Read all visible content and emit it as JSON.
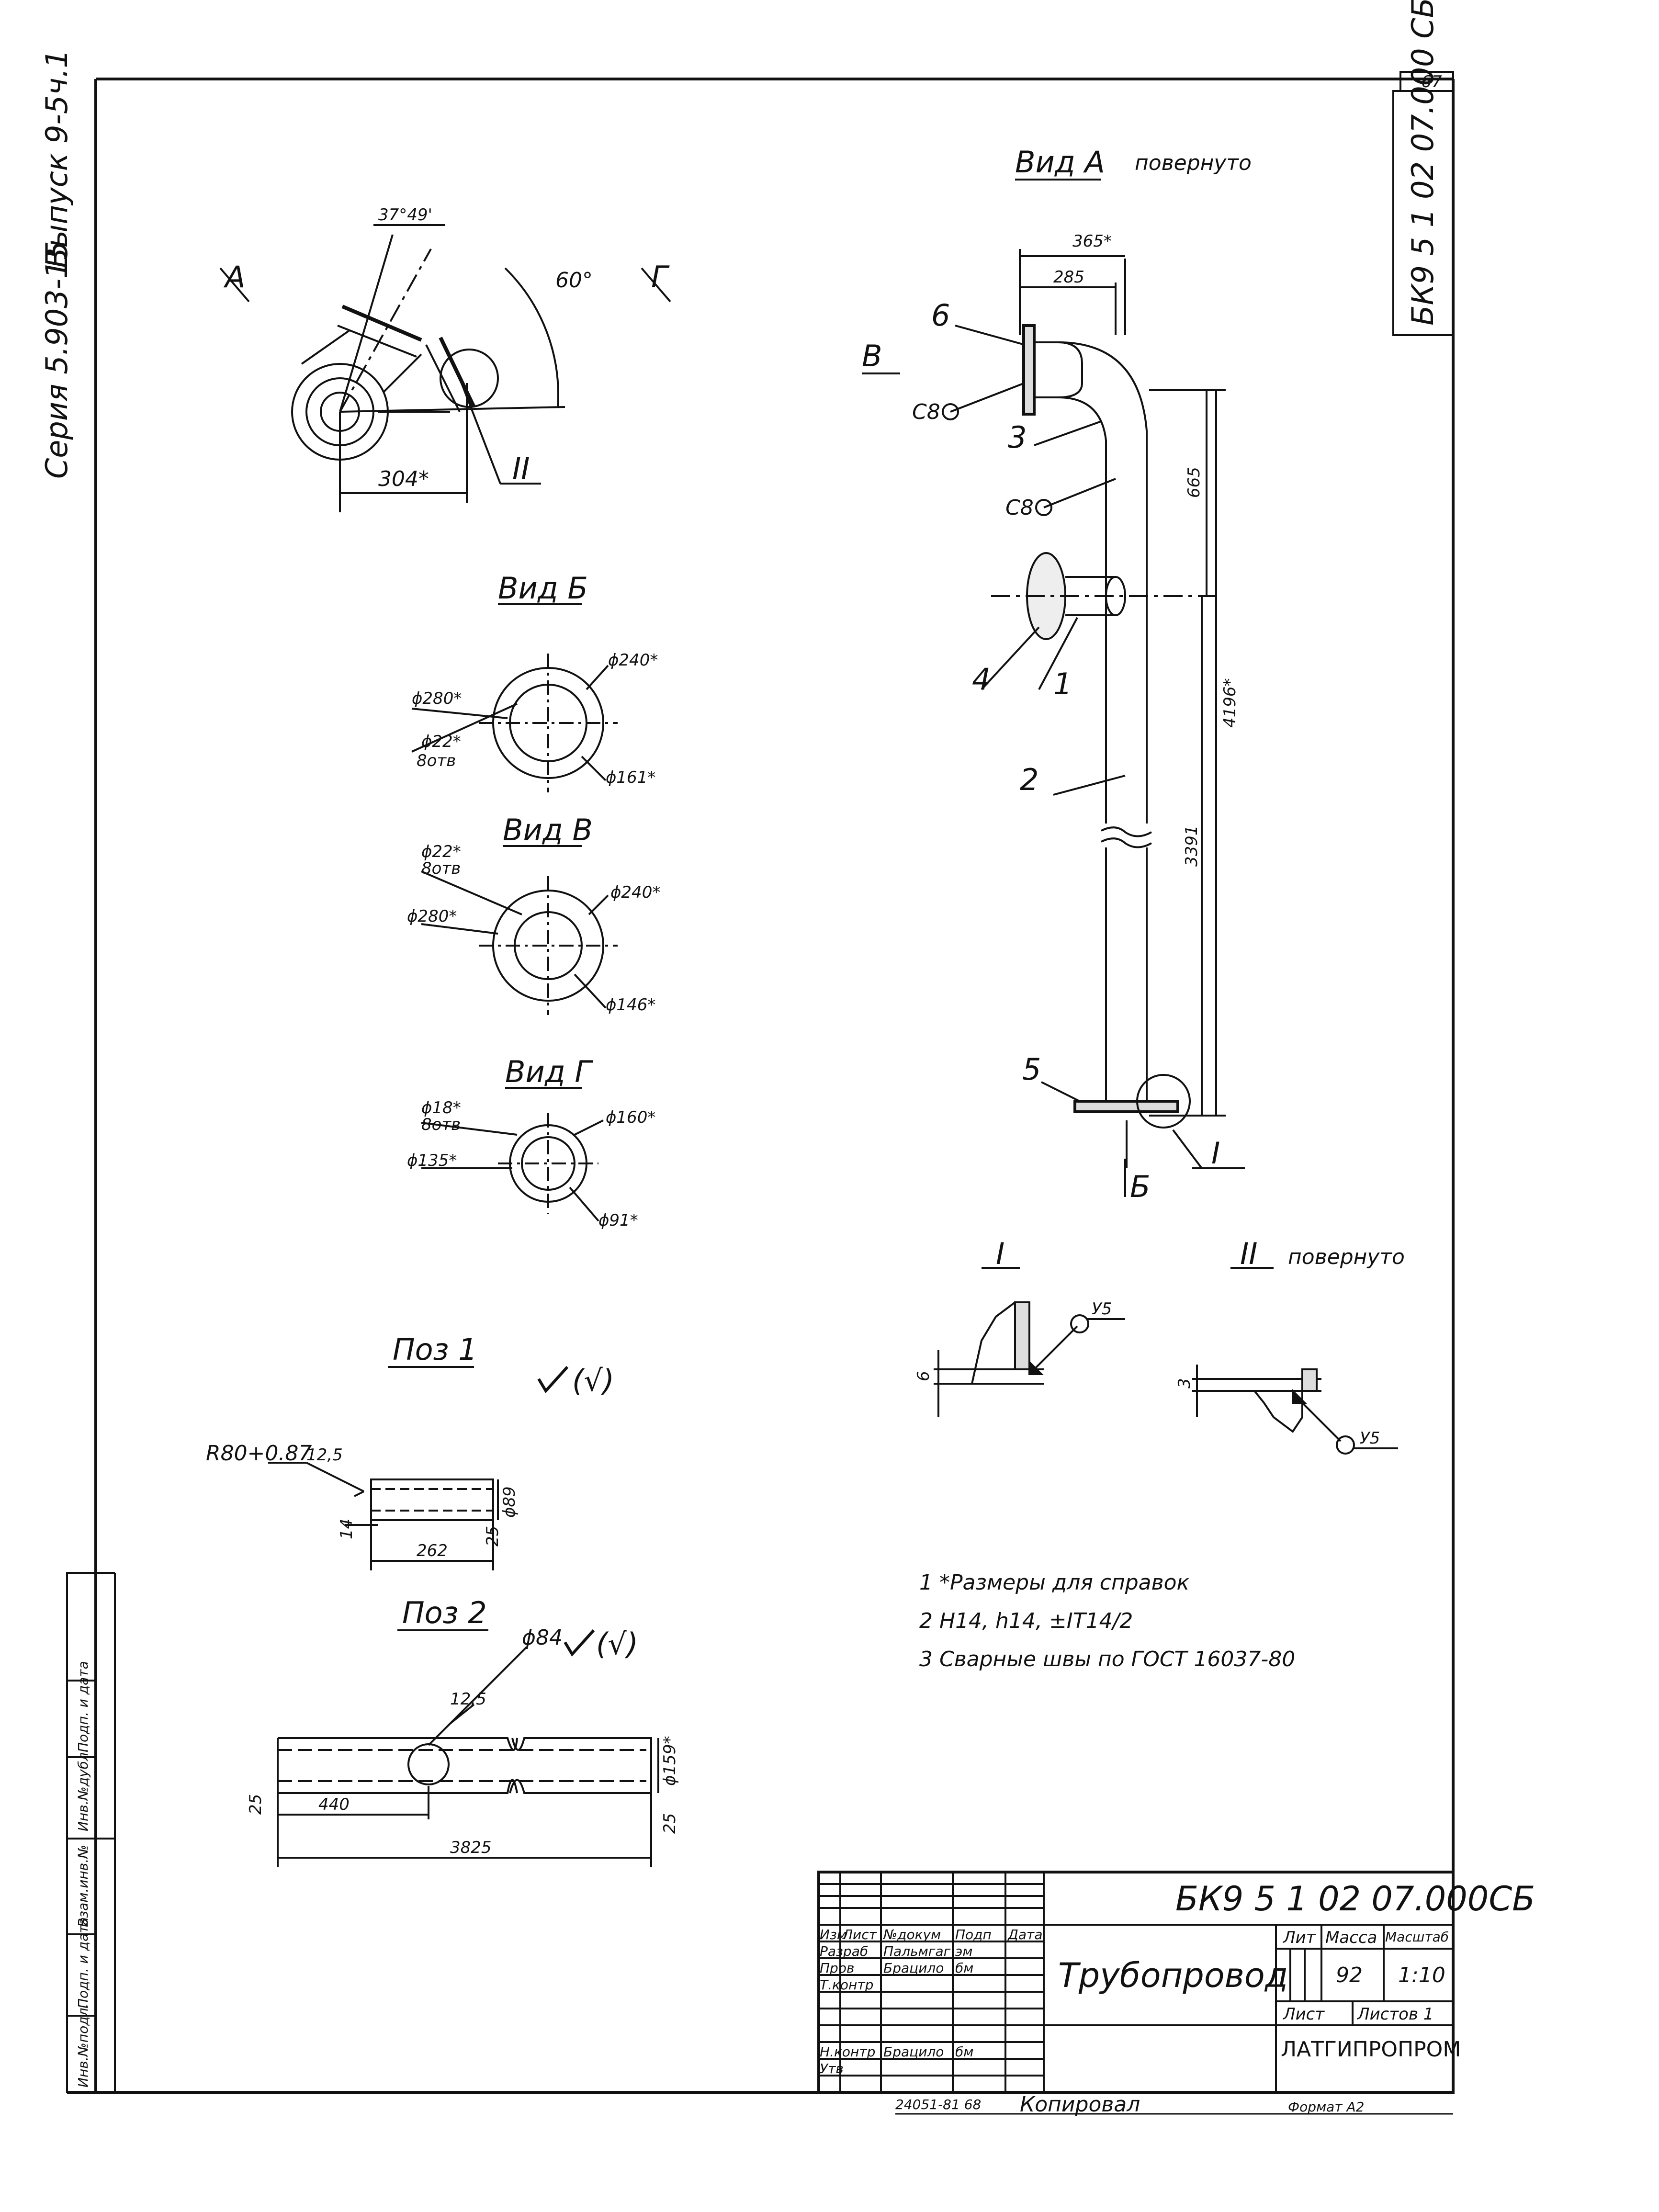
{
  "margin": {
    "series": "Серия 5.903-15",
    "issue": "Выпуск 9-5ч.1",
    "stamp_cells": [
      "Инв.№подл.",
      "Подп. и дата",
      "Взам.инв.№",
      "Инв.№дубл.",
      "Подп. и дата"
    ]
  },
  "sheet_no": "67",
  "doc_code_vertical": "БК9 5 1 02 07.000 СБ",
  "view_main": {
    "title": "Вид А",
    "rotated": "повернуто",
    "dim_365": "365*",
    "dim_285": "285",
    "dim_665": "665",
    "dim_4196": "4196*",
    "dim_3391": "3391",
    "arrow_b": "В",
    "arrow_b2": "Б",
    "weld_c8a": "С8",
    "weld_c8b": "С8",
    "pos": [
      "1",
      "2",
      "3",
      "4",
      "5",
      "6"
    ],
    "detail_1": "I"
  },
  "view_top": {
    "arrow_a": "А",
    "arrow_g": "Г",
    "angle_1": "37°49'",
    "angle_2": "60°",
    "dim_304": "304*",
    "detail_2": "II"
  },
  "view_b": {
    "title": "Вид Б",
    "d280": "ϕ280*",
    "d240": "ϕ240*",
    "d22": "ϕ22*",
    "holes": "8отв",
    "d161": "ϕ161*"
  },
  "view_v": {
    "title": "Вид В",
    "d22": "ϕ22*",
    "holes": "8отв",
    "d240": "ϕ240*",
    "d280": "ϕ280*",
    "d146": "ϕ146*"
  },
  "view_g": {
    "title": "Вид Г",
    "d18": "ϕ18*",
    "holes": "8отв",
    "d160": "ϕ160*",
    "d135": "ϕ135*",
    "d91": "ϕ91*"
  },
  "detail_i": {
    "title": "I",
    "dim": "6",
    "weld": "У5"
  },
  "detail_ii": {
    "title": "II",
    "rotated": "повернуто",
    "dim": "3",
    "weld": "У5"
  },
  "pos1": {
    "title": "Поз 1",
    "roughness": "(√)",
    "radius": "R80+0.87",
    "rough_val": "12,5",
    "dim_14": "14",
    "dim_262": "262",
    "dim_25": "25",
    "dim_d": "ϕ89"
  },
  "pos2": {
    "title": "Поз 2",
    "roughness": "(√)",
    "hole": "ϕ84",
    "rough_val": "12,5",
    "dim_440": "440",
    "dim_3825": "3825",
    "dim_d": "ϕ159*",
    "dim_25a": "25",
    "dim_25b": "25"
  },
  "notes": [
    "1  *Размеры для справок",
    "2  Н14, h14, ±IT14/2",
    "3  Сварные швы по ГОСТ 16037-80"
  ],
  "title_block": {
    "doc_code": "БК9 5 1 02 07.000СБ",
    "name": "Трубопровод",
    "head_cols": [
      "Изм",
      "Лист",
      "№докум",
      "Подп",
      "Дата"
    ],
    "rows": [
      {
        "role": "Разраб",
        "name": "Пальмгаг",
        "sign": "эм"
      },
      {
        "role": "Пров",
        "name": "Брацило",
        "sign": "бм"
      },
      {
        "role": "Т.контр",
        "name": "",
        "sign": ""
      },
      {
        "role": "",
        "name": "",
        "sign": ""
      },
      {
        "role": "Н.контр",
        "name": "Брацило",
        "sign": "бм"
      },
      {
        "role": "Утв",
        "name": "",
        "sign": ""
      }
    ],
    "lit_label": "Лит",
    "mass_label": "Масса",
    "scale_label": "Масштаб",
    "mass": "92",
    "scale": "1:10",
    "sheet_label": "Лист",
    "sheets_label": "Листов 1",
    "org": "ЛАТГИПРОПРОМ",
    "footer_left": "24051-81  68",
    "footer_copied": "Копировал",
    "footer_format": "Формат А2"
  }
}
